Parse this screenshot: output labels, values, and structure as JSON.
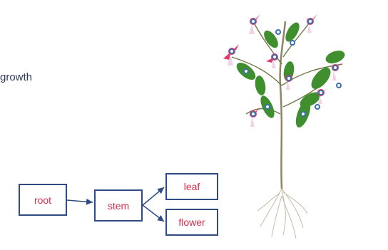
{
  "slide": {
    "partial_text": "growth"
  },
  "diagram": {
    "nodes": {
      "root": "root",
      "stem": "stem",
      "leaf": "leaf",
      "flower": "flower"
    },
    "edges": [
      {
        "from": "root",
        "to": "stem"
      },
      {
        "from": "stem",
        "to": "leaf"
      },
      {
        "from": "stem",
        "to": "flower"
      }
    ],
    "colors": {
      "box_border": "#2f4a84",
      "label_text": "#d22f4b",
      "connector": "#2f4a84"
    }
  },
  "image": {
    "subject": "fuchsia plant with roots",
    "flower_color": "#e03a6a",
    "leaf_color": "#3f8f2e"
  }
}
